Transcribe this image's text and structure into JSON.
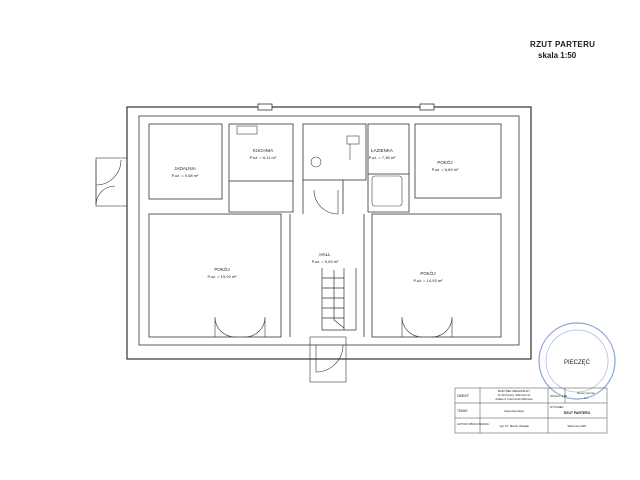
{
  "title": "RZUT PARTERU",
  "scale": "skala 1:50",
  "rooms": [
    {
      "name": "JADALNIA",
      "area": "P.uż. = 9,08 m²"
    },
    {
      "name": "KUCHNIA",
      "area": "P.uż. = 6,11 m²"
    },
    {
      "name": "ŁAZIENKA",
      "area": "P.uż. = 7,38 m²"
    },
    {
      "name": "POKÓJ",
      "area": "P.uż. = 6,69 m²"
    },
    {
      "name": "POKÓJ",
      "area": "P.uż. = 19,09 m²"
    },
    {
      "name": "HALL",
      "area": "P.uż. = 9,09 m²"
    },
    {
      "name": "POKÓJ",
      "area": "P.uż. = 14,93 m²"
    }
  ],
  "stamp": {
    "text": "PIECZĘĆ"
  },
  "title_block": {
    "row1_label": "OBIEKT:",
    "row1_value": [
      "BUDYNEK MIESZKALNY",
      "11-001 Dywity, Wilimowo 14",
      "działka nr 112/3 obręb Wilimowo"
    ],
    "row1_scale": "SKALA: 1:50",
    "row1_extra": [
      "Numer rysunku:",
      "A-1"
    ],
    "row2_label": "TEMAT:",
    "row2_value": "Inwentaryzacja",
    "row2_sheet_label": "RYSUNEK:",
    "row2_sheet_value": "RZUT PARTERU",
    "row3_label": "AUTOR OPRACOWANIA:",
    "row3_value": "mgr inż. Marcin Wołejak",
    "row3_date": "Wilimowo 2021"
  }
}
